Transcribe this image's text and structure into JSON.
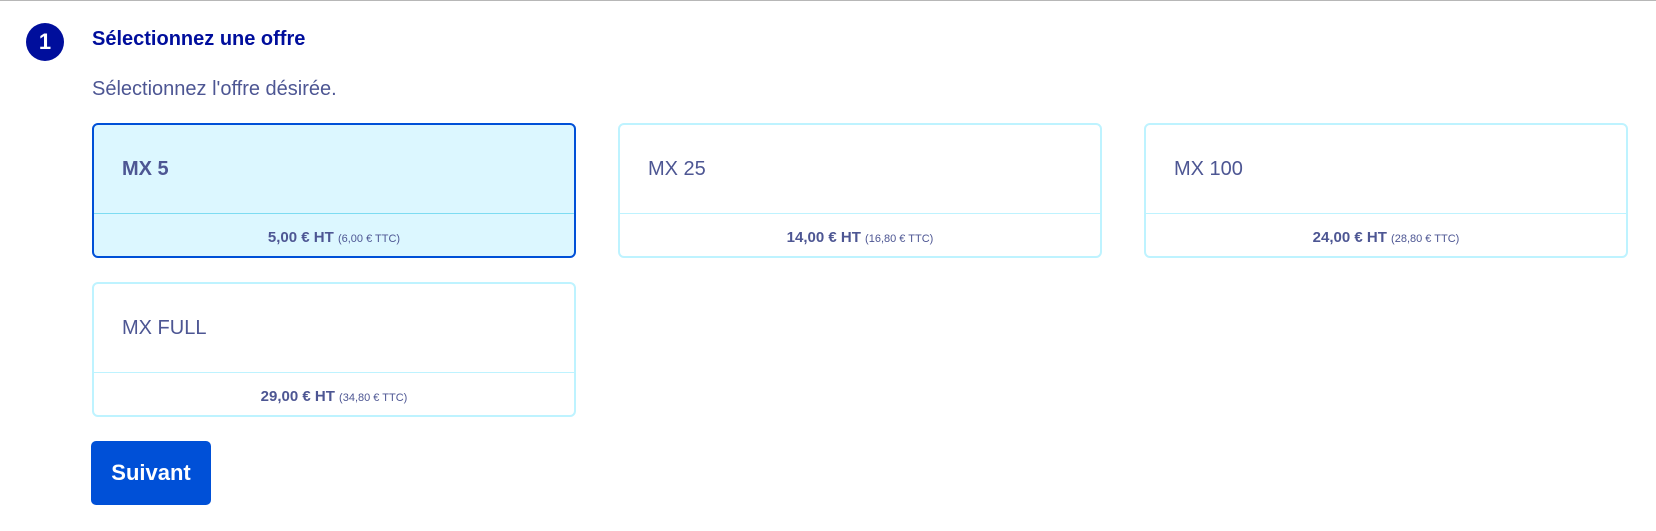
{
  "step": {
    "number": "1",
    "title": "Sélectionnez une offre",
    "description": "Sélectionnez l'offre désirée."
  },
  "offers": [
    {
      "name": "MX 5",
      "price_ht": "5,00 € HT",
      "price_ttc": "(6,00 € TTC)",
      "selected": true
    },
    {
      "name": "MX 25",
      "price_ht": "14,00 € HT",
      "price_ttc": "(16,80 € TTC)",
      "selected": false
    },
    {
      "name": "MX 100",
      "price_ht": "24,00 € HT",
      "price_ttc": "(28,80 € TTC)",
      "selected": false
    },
    {
      "name": "MX FULL",
      "price_ht": "29,00 € HT",
      "price_ttc": "(34,80 € TTC)",
      "selected": false
    }
  ],
  "actions": {
    "next_label": "Suivant"
  },
  "colors": {
    "primary": "#0050d7",
    "title": "#000e9c",
    "text": "#4d5693",
    "selected_bg": "#dcf7ff",
    "card_border": "#bef3ff"
  }
}
